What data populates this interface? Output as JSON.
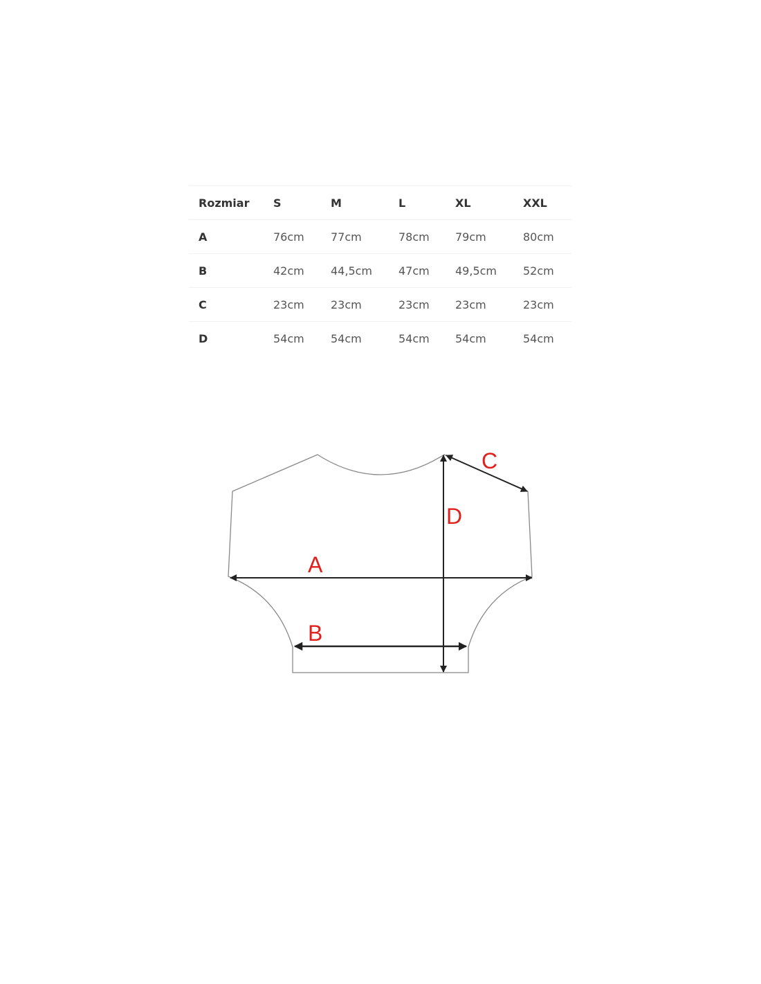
{
  "table": {
    "header": [
      "Rozmiar",
      "S",
      "M",
      "L",
      "XL",
      "XXL"
    ],
    "rows": [
      [
        "A",
        "76cm",
        "77cm",
        "78cm",
        "79cm",
        "80cm"
      ],
      [
        "B",
        "42cm",
        "44,5cm",
        "47cm",
        "49,5cm",
        "52cm"
      ],
      [
        "C",
        "23cm",
        "23cm",
        "23cm",
        "23cm",
        "23cm"
      ],
      [
        "D",
        "54cm",
        "54cm",
        "54cm",
        "54cm",
        "54cm"
      ]
    ]
  },
  "diagram": {
    "labels": {
      "a": "A",
      "b": "B",
      "c": "C",
      "d": "D"
    },
    "label_color": "#e0201c",
    "outline_color": "#888888",
    "arrow_color": "#222222"
  }
}
